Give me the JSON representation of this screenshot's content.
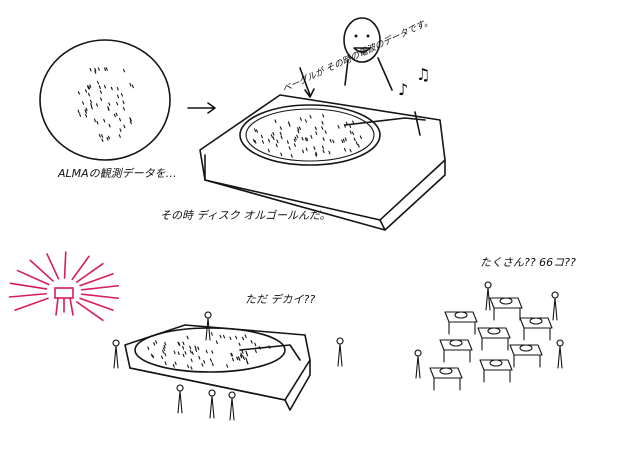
{
  "notes": {
    "bagel": "ベーグルが その時の電波のデータです。",
    "alma_data": "ALMAの観測データを…",
    "disc_music_box": "その時 ディスク オルゴールんだ。",
    "big": "ただ デカイ??",
    "many": "たくさん?? 66コ??"
  },
  "colors": {
    "ink": "#151515",
    "accent": "#d81b60"
  }
}
